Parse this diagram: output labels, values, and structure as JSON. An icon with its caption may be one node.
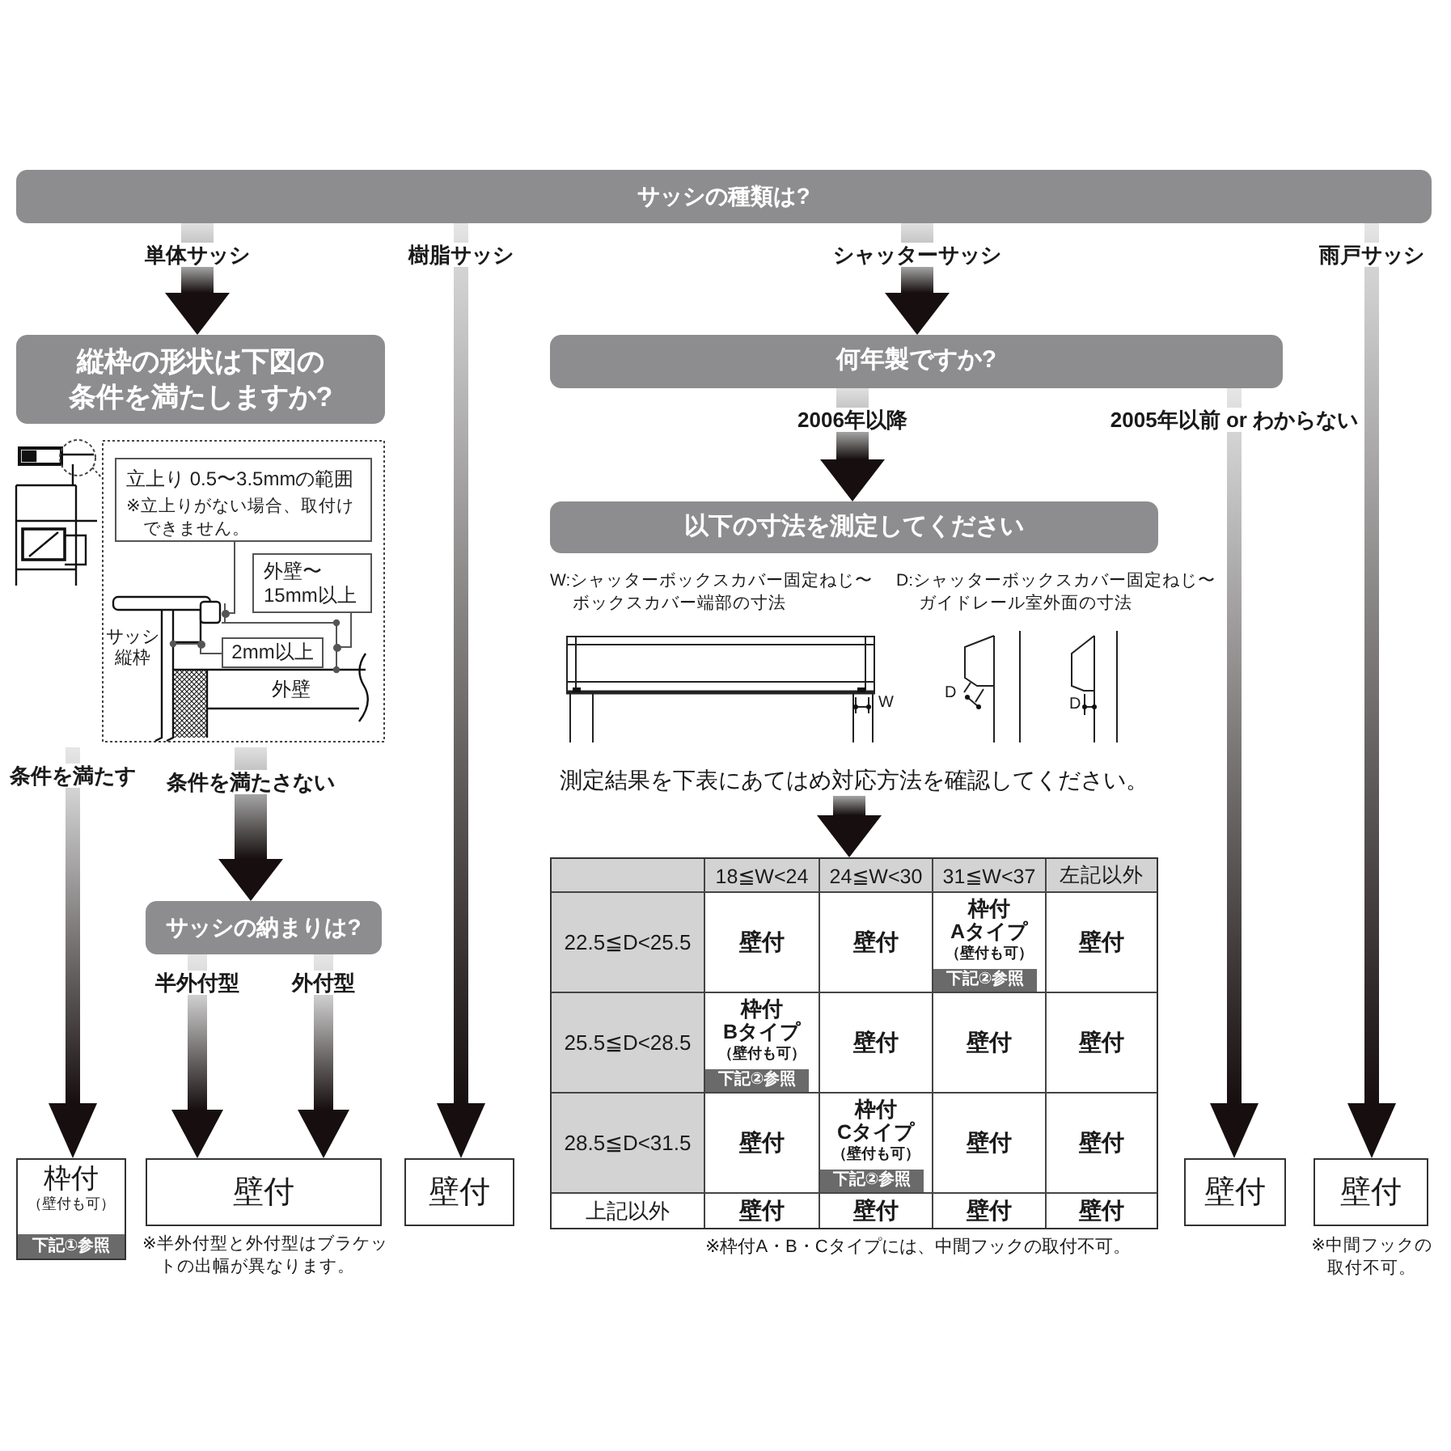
{
  "diagram": {
    "nodes": [
      {
        "text": [
          "サッシの種類は?"
        ]
      },
      {
        "text": [
          "縦枠の形状は下図の条件を満たしますか?"
        ]
      },
      {
        "text": [
          "何年製ですか?"
        ]
      },
      {
        "text": [],
        "shape": "picture"
      },
      {
        "text": [
          "立上り 0.5〜3.5mmの範囲",
          "※立上りがない場合、取付けできません。"
        ],
        "in": 3
      },
      {
        "text": [
          "外壁〜15mm以上"
        ],
        "in": 3
      },
      {
        "text": [
          "2mm以上"
        ],
        "in": 3
      },
      {
        "text": [],
        "shape": "circle",
        "in": 3
      },
      {
        "text": [],
        "shape": "circle",
        "in": 3
      },
      {
        "text": [],
        "shape": "circle",
        "in": 3
      },
      {
        "text": [
          "以下の寸法を測定してください"
        ]
      },
      {
        "text": [
          "測定結果を下表にあてはめ対応方法を確認してください。"
        ]
      },
      {
        "text": [],
        "shape": "box",
        "beside": [
          "※枠付A・B・Cタイプには、中間フックの取付不可。"
        ]
      },
      {
        "text": [
          "サッシの納まりは?"
        ]
      },
      {
        "text": [
          "枠付",
          "（壁付も可）",
          "下記①参照"
        ]
      },
      {
        "text": [
          "壁付"
        ],
        "beside": [
          "※半外付型と外付型はブラケットの出幅が異なります。"
        ]
      },
      {
        "text": [
          "壁付"
        ]
      },
      {
        "text": [
          "壁付"
        ]
      },
      {
        "text": [
          "壁付"
        ],
        "beside": [
          "※中間フックの取付不可。"
        ]
      }
    ],
    "edges": [
      {
        "from": 0,
        "to": 1,
        "arrow": "to",
        "label": "単体サッシ"
      },
      {
        "from": 0,
        "to": 16,
        "arrow": "to",
        "label": "樹脂サッシ"
      },
      {
        "from": 0,
        "to": 2,
        "arrow": "to",
        "label": "シャッターサッシ"
      },
      {
        "from": 0,
        "to": 18,
        "arrow": "to",
        "label": "雨戸サッシ"
      },
      {
        "from": 2,
        "to": 10,
        "arrow": "to",
        "label": "2006年以降"
      },
      {
        "from": 2,
        "to": 17,
        "arrow": "to",
        "label": "2005年以前 or わからない"
      },
      {
        "from": 4,
        "to": 7,
        "arrow": "none"
      },
      {
        "from": 5,
        "to": 8,
        "arrow": "none"
      },
      {
        "from": 6,
        "to": 9,
        "arrow": "none"
      },
      {
        "from": 3,
        "to": 14,
        "arrow": "to",
        "label": "条件を満たす"
      },
      {
        "from": 3,
        "to": 13,
        "arrow": "to",
        "label": "条件を満たさない"
      },
      {
        "from": 11,
        "to": 12,
        "arrow": "to"
      },
      {
        "from": 13,
        "to": 15,
        "arrow": "to",
        "label": "半外付型"
      },
      {
        "from": 13,
        "to": 15,
        "arrow": "to",
        "label": "外付型"
      }
    ],
    "labels": [
      "サッシ縦枠",
      "外壁",
      "W:シャッターボックスカバー固定ねじ〜ボックスカバー端部の寸法",
      "D:シャッターボックスカバー固定ねじ〜ガイドレール室外面の寸法",
      "W",
      "D",
      "D",
      "18≦W<24",
      "24≦W<30",
      "31≦W<37",
      "左記以外",
      "22.5≦D<25.5",
      "壁付",
      "壁付",
      "枠付",
      "Aタイプ",
      "（壁付も可）",
      "下記②参照",
      "壁付",
      "25.5≦D<28.5",
      "枠付",
      "Bタイプ",
      "（壁付も可）",
      "下記②参照",
      "壁付",
      "壁付",
      "壁付",
      "28.5≦D<31.5",
      "壁付",
      "枠付",
      "Cタイプ",
      "（壁付も可）",
      "下記②参照",
      "壁付",
      "壁付",
      "上記以外",
      "壁付",
      "壁付",
      "壁付",
      "壁付"
    ]
  }
}
